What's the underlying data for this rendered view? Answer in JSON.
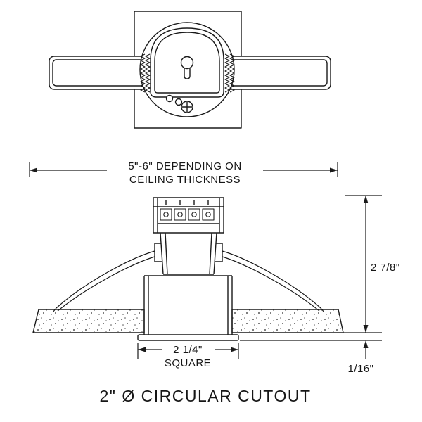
{
  "diagram": {
    "title": "recessed-downlight-mounting-diagram",
    "colors": {
      "line": "#1a1a1a",
      "background": "#ffffff",
      "stipple": "#555555"
    }
  },
  "labels": {
    "span_line1": "5\"-6\" DEPENDING ON",
    "span_line2": "CEILING THICKNESS",
    "height": "2 7/8\"",
    "flange": "1/16\"",
    "width_line1": "2 1/4\"",
    "width_line2": "SQUARE",
    "caption": "2\" Ø CIRCULAR CUTOUT"
  }
}
